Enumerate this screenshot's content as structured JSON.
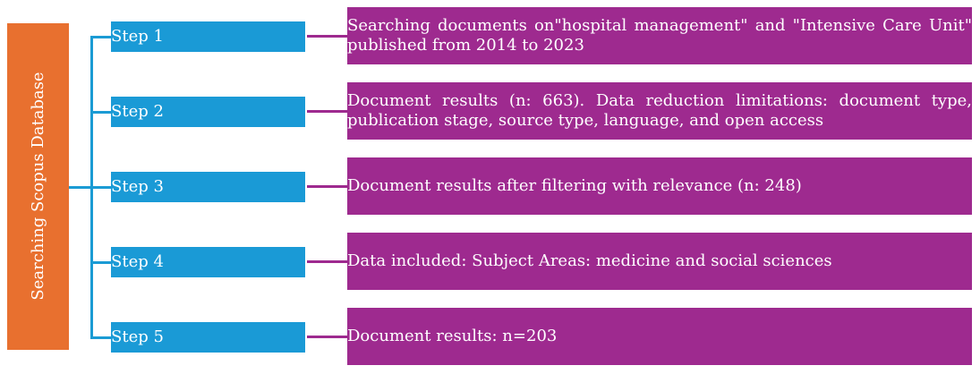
{
  "root": {
    "label": "Searching Scopus Database"
  },
  "steps": [
    {
      "label": "Step 1",
      "description": "Searching documents on\"hospital management\" and \"Intensive Care Unit\" published from 2014 to 2023"
    },
    {
      "label": "Step 2",
      "description": "Document results (n: 663). Data reduction limitations: document type, publication stage, source type, language, and open access"
    },
    {
      "label": "Step 3",
      "description": "Document results after filtering with relevance (n: 248)"
    },
    {
      "label": "Step 4",
      "description": "Data included: Subject Areas: medicine and social sciences"
    },
    {
      "label": "Step 5",
      "description": "Document results: n=203"
    }
  ],
  "colors": {
    "root": "#e8702f",
    "step": "#1a9ad6",
    "description": "#9e2a8f",
    "bracket": "#1b9bd4"
  }
}
